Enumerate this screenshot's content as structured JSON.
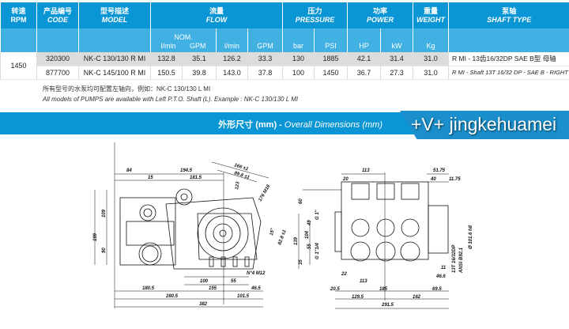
{
  "header": {
    "rpm": [
      "转速",
      "RPM"
    ],
    "code": [
      "产品编号",
      "CODE"
    ],
    "model": [
      "型号描述",
      "MODEL"
    ],
    "flow": [
      "流量",
      "FLOW"
    ],
    "pressure": [
      "压力",
      "PRESSURE"
    ],
    "power": [
      "功率",
      "POWER"
    ],
    "weight": [
      "重量",
      "WEIGHT"
    ],
    "shaft": [
      "泵轴",
      "SHAFT TYPE"
    ]
  },
  "subheader": {
    "nom": "NOM.",
    "units": [
      "l/min",
      "GPM",
      "l/min",
      "GPM",
      "bar",
      "PSI",
      "HP",
      "kW",
      "Kg"
    ]
  },
  "rpm": "1450",
  "rows": [
    {
      "code": "320300",
      "model": "NK-C 130/130 R MI",
      "flow_nom_lmin": "132.8",
      "flow_nom_gpm": "35.1",
      "flow_lmin": "126.2",
      "flow_gpm": "33.3",
      "bar": "130",
      "psi": "1885",
      "hp": "42.1",
      "kw": "31.4",
      "kg": "31.0"
    },
    {
      "code": "877700",
      "model": "NK-C 145/100 R MI",
      "flow_nom_lmin": "150.5",
      "flow_nom_gpm": "39.8",
      "flow_lmin": "143.0",
      "flow_gpm": "37.8",
      "bar": "100",
      "psi": "1450",
      "hp": "36.7",
      "kw": "27.3",
      "kg": "31.0"
    }
  ],
  "shaft_type": [
    "R MI - 13齿16/32DP SAE B型 母轴",
    "R MI - Shaft 13T 16/32 DP - SAE B - RIGHT"
  ],
  "notes": [
    "所有型号的水泵均可配置左轴向，例如：NK-C 130/130 L MI",
    "All models of PUMPS are available with Left P.T.O. Shaft (L). Example : NK-C 130/130 L MI"
  ],
  "banner": {
    "cn": "外形尺寸 (mm) - ",
    "en": "Overall Dimensions (mm)",
    "watermark": "+V+ jingkehuamei"
  },
  "side_dims": {
    "d84": "84",
    "d194": "194.5",
    "d15": "15",
    "d181": "181.5",
    "d166": "166 ±1",
    "d89": "89.8 ±1",
    "d123": "123",
    "d176": "176 M16",
    "d199": "199",
    "d109": "109",
    "d90": "90",
    "d15deg": "15°",
    "d82": "82.8 ±1",
    "m12": "N°4 M12",
    "d100": "100",
    "d55": "55",
    "d155": "155",
    "d465": "46.5",
    "d180": "180.5",
    "d280": "280.5",
    "d101": "101.5",
    "d382": "382"
  },
  "front_dims": {
    "d113t": "113",
    "d20": "20",
    "d5175": "51.75",
    "d40": "40",
    "d1175": "11.75",
    "d60": "60",
    "d139": "139",
    "d104": "104",
    "d49": "49",
    "d55": "55",
    "d35": "35",
    "g1": "G 1\"",
    "g114": "G 1\"1/4",
    "d22": "22",
    "d113": "113",
    "d205": "20.5",
    "d185": "185",
    "d695": "69.5",
    "d1295": "129.5",
    "d162": "162",
    "d2915": "291.5",
    "shaft": "13T 16/32DP",
    "ansi": "ANSI B92.1",
    "dia": "Ø 101.6 h8",
    "d11": "11",
    "d466": "46.6"
  }
}
